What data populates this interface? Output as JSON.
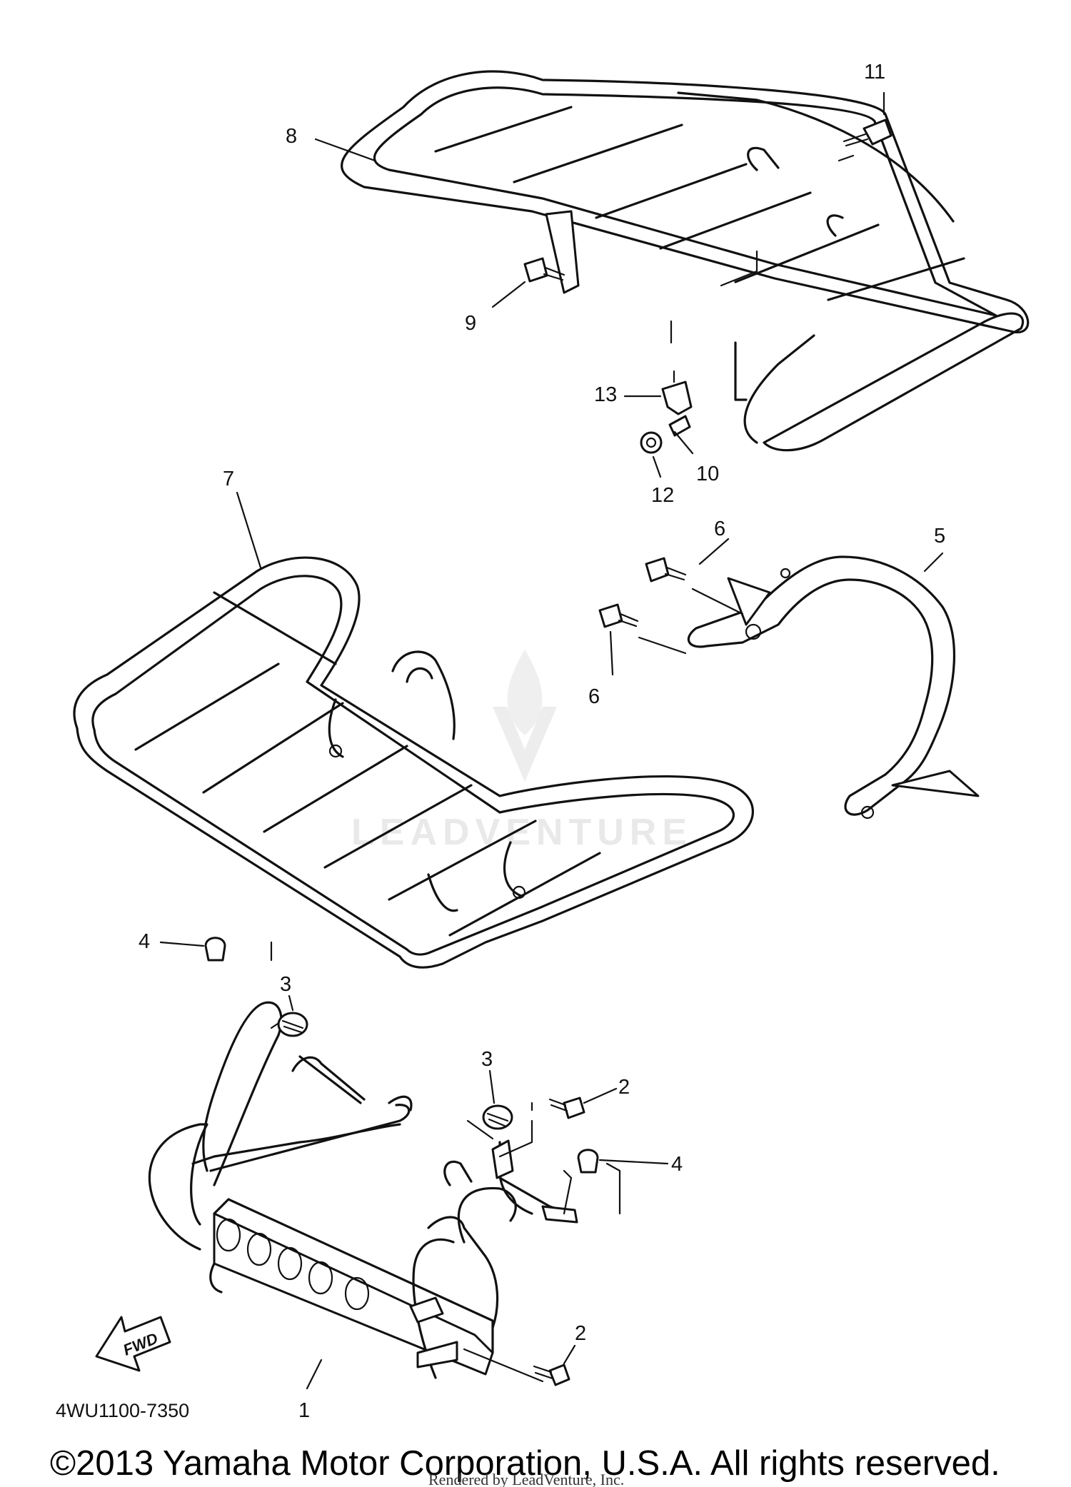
{
  "diagram": {
    "callouts": [
      "1",
      "2",
      "2",
      "3",
      "3",
      "4",
      "4",
      "5",
      "6",
      "6",
      "7",
      "8",
      "9",
      "10",
      "11",
      "12",
      "13"
    ],
    "part_code": "4WU1100-7350",
    "copyright": "©2013 Yamaha Motor Corporation, U.S.A. All rights reserved.",
    "rendered_by": "Rendered by LeadVenture, Inc.",
    "watermark": "LEADVENTURE",
    "direction_label": "FWD"
  }
}
